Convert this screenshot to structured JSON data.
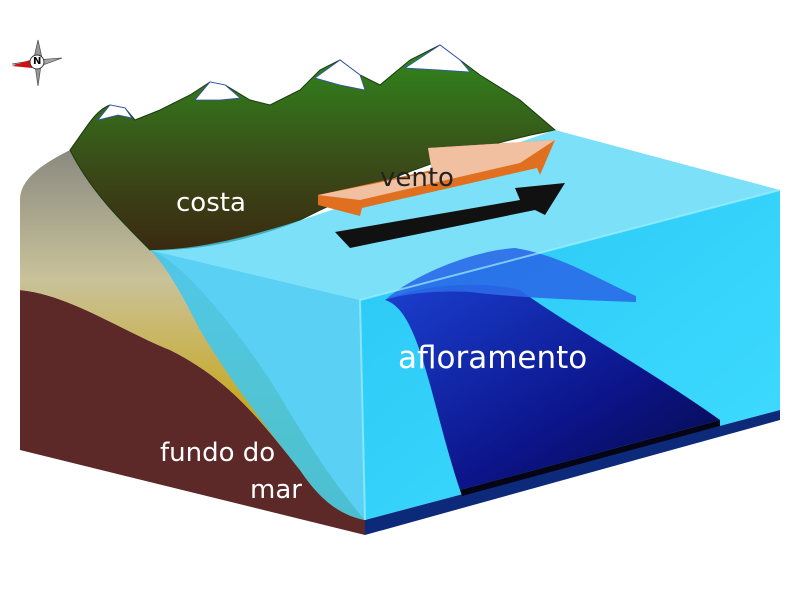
{
  "labels": {
    "coast": "costa",
    "wind": "vento",
    "upwelling": "afloramento",
    "seafloor_line1": "fundo do",
    "seafloor_line2": "mar"
  },
  "compass": {
    "north": "N"
  },
  "colors": {
    "water": "#3fd2f7",
    "water_deep": "#0a1a7a",
    "seafloor": "#5c2a2a",
    "sand": "#c9b02a",
    "mountains": "#2f7a1c",
    "wind_arrow": "#e07020",
    "wind_arrow_top": "#f0c0a0"
  }
}
